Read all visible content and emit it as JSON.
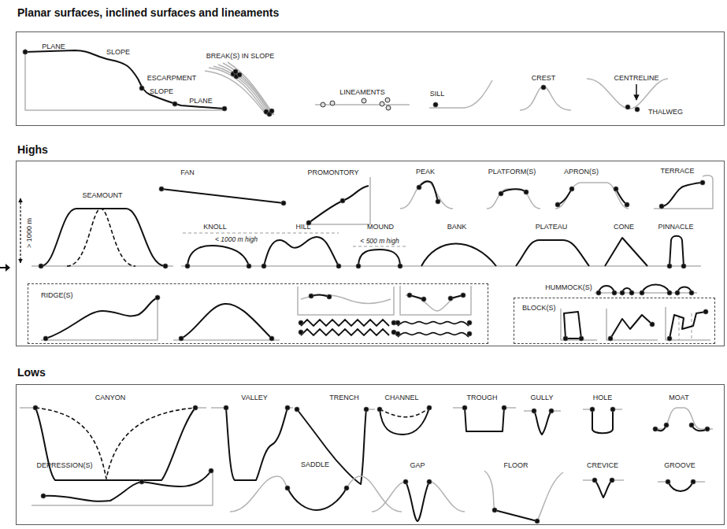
{
  "diagram": {
    "nodes": [
      {
        "text": [
          "Planar surfaces, inclined surfaces and lineaments"
        ]
      },
      {
        "text": [
          "Highs"
        ]
      },
      {
        "text": [
          "RIDGE(S)"
        ],
        "in": 1
      },
      {
        "text": [
          "BLOCK(S)"
        ],
        "in": 1
      },
      {
        "text": [
          "Lows"
        ]
      }
    ],
    "labels": [
      "PLANE",
      "SLOPE",
      "ESCARPMENT",
      "SLOPE",
      "PLANE",
      "BREAK(S) IN SLOPE",
      "LINEAMENTS",
      "SILL",
      "CREST",
      "CENTRELINE",
      "THALWEG",
      "SEAMOUNT",
      "> 1000 m",
      "FAN",
      "PROMONTORY",
      "PEAK",
      "PLATFORM(S)",
      "APRON(S)",
      "TERRACE",
      "KNOLL",
      "< 1000 m high",
      "HILL",
      "MOUND",
      "< 500 m high",
      "BANK",
      "PLATEAU",
      "CONE",
      "PINNACLE",
      "HUMMOCK(S)",
      "CANYON",
      "VALLEY",
      "TRENCH",
      "CHANNEL",
      "TROUGH",
      "GULLY",
      "HOLE",
      "MOAT",
      "DEPRESSION(S)",
      "SADDLE",
      "GAP",
      "FLOOR",
      "CREVICE",
      "GROOVE"
    ]
  }
}
